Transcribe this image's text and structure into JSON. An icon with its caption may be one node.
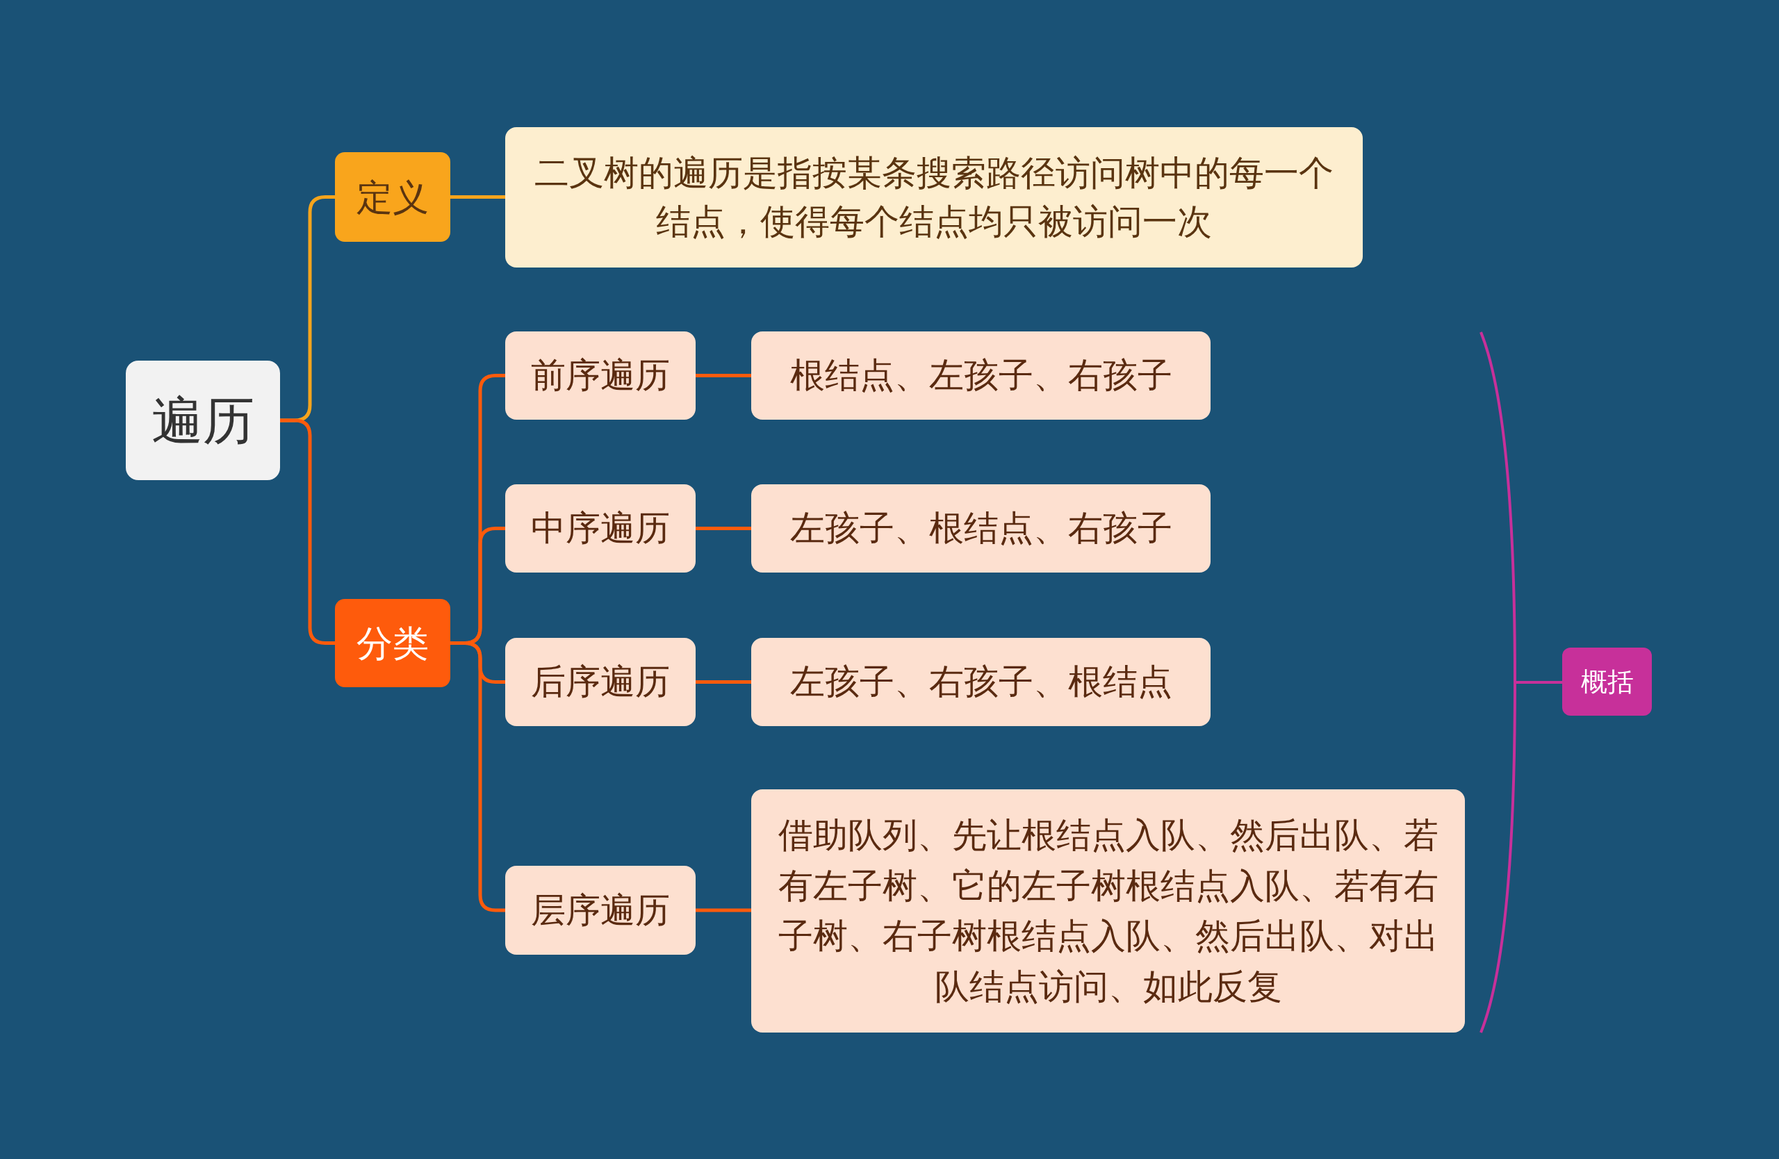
{
  "diagram": {
    "nodes": [
      {
        "text": [
          "遍历"
        ]
      },
      {
        "text": [
          "定义"
        ]
      },
      {
        "text": [
          "二叉树的遍历是指按某条搜索路径访问树中的每一个结点，使得每个结点均只被访问一次"
        ]
      },
      {
        "text": [
          "分类"
        ]
      },
      {
        "text": [
          "前序遍历"
        ]
      },
      {
        "text": [
          "根结点、左孩子、右孩子"
        ]
      },
      {
        "text": [
          "中序遍历"
        ]
      },
      {
        "text": [
          "左孩子、根结点、右孩子"
        ]
      },
      {
        "text": [
          "后序遍历"
        ]
      },
      {
        "text": [
          "左孩子、右孩子、根结点"
        ]
      },
      {
        "text": [
          "层序遍历"
        ]
      },
      {
        "text": [
          "借助队列、先让根结点入队、然后出队、若有左子树、它的左子树根结点入队、若有右子树、右子树根结点入队、然后出队、对出队结点访问、如此反复"
        ]
      },
      {
        "text": [
          "概括"
        ]
      }
    ],
    "edges": [
      {
        "from": 0,
        "to": 1,
        "arrow": "none",
        "color": "#f5a41c"
      },
      {
        "from": 0,
        "to": 3,
        "arrow": "none"
      },
      {
        "from": 1,
        "to": 2,
        "arrow": "none",
        "color": "#f5a41c"
      },
      {
        "from": 3,
        "to": 4,
        "arrow": "none"
      },
      {
        "from": 3,
        "to": 6,
        "arrow": "none"
      },
      {
        "from": 3,
        "to": 8,
        "arrow": "none"
      },
      {
        "from": 3,
        "to": 10,
        "arrow": "none"
      },
      {
        "from": 4,
        "to": 5,
        "arrow": "none"
      },
      {
        "from": 6,
        "to": 7,
        "arrow": "none"
      },
      {
        "from": 8,
        "to": 9,
        "arrow": "none"
      },
      {
        "from": 10,
        "to": 11,
        "arrow": "none"
      }
    ]
  }
}
